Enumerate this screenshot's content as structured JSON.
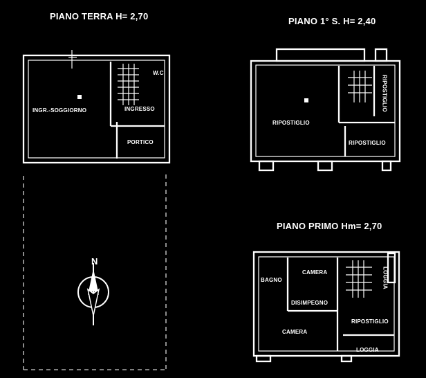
{
  "plans": {
    "ground": {
      "title": "PIANO TERRA H= 2,70",
      "rooms": {
        "soggiorno": "INGR.-SOGGIORNO",
        "wc": "W.C",
        "ingresso": "INGRESSO",
        "portico": "PORTICO"
      }
    },
    "attic": {
      "title": "PIANO 1° S. H= 2,40",
      "rooms": {
        "ripostiglio_main": "RIPOSTIGLIO",
        "ripostiglio_side": "RIPOSTIGLIO",
        "ripostiglio_vertical": "RIPOSTIGLIO"
      }
    },
    "first": {
      "title": "PIANO PRIMO Hm= 2,70",
      "rooms": {
        "bagno": "BAGNO",
        "camera_top": "CAMERA",
        "disimpegno": "DISIMPEGNO",
        "camera_bottom": "CAMERA",
        "ripostiglio": "RIPOSTIGLIO",
        "loggia_bottom": "LOGGIA",
        "loggia_vertical": "LOGGIA"
      }
    }
  },
  "compass": {
    "north_label": "N"
  }
}
